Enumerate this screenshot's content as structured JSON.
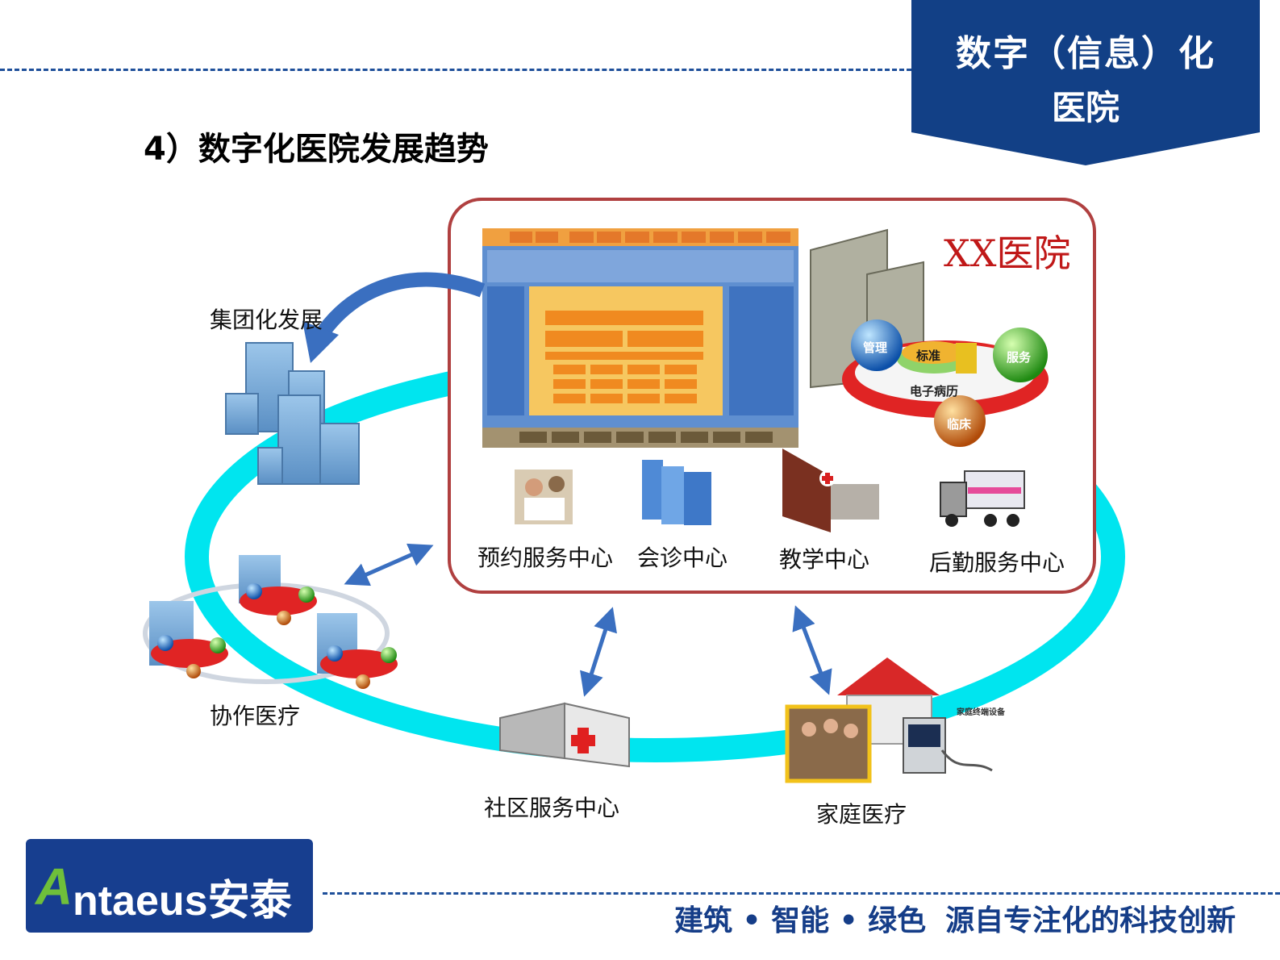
{
  "banner": {
    "line1": "数字（信息）化",
    "line2": "医院"
  },
  "section_title": "4）数字化医院发展趋势",
  "hospital": {
    "name": "XX医院",
    "nodes": {
      "management": "管理",
      "standard": "标准",
      "service": "服务",
      "emr": "电子病历",
      "clinical": "临床"
    }
  },
  "centers": [
    "预约服务中心",
    "会诊中心",
    "教学中心",
    "后勤服务中心"
  ],
  "outer": {
    "group_dev": "集团化发展",
    "collab": "协作医疗",
    "community": "社区服务中心",
    "family": "家庭医疗",
    "device_caption": "家庭终端设备"
  },
  "logo": {
    "mark": "A",
    "text": "ntaeus安泰"
  },
  "slogan": {
    "part1": "建筑 • 智能 • 绿色",
    "part2": "源自专注化的科技创新"
  },
  "colors": {
    "navy": "#124086",
    "ring": "#00e5ef",
    "arrow": "#3a6fc0",
    "hospital_red": "#c01818",
    "frame": "#b04040"
  }
}
